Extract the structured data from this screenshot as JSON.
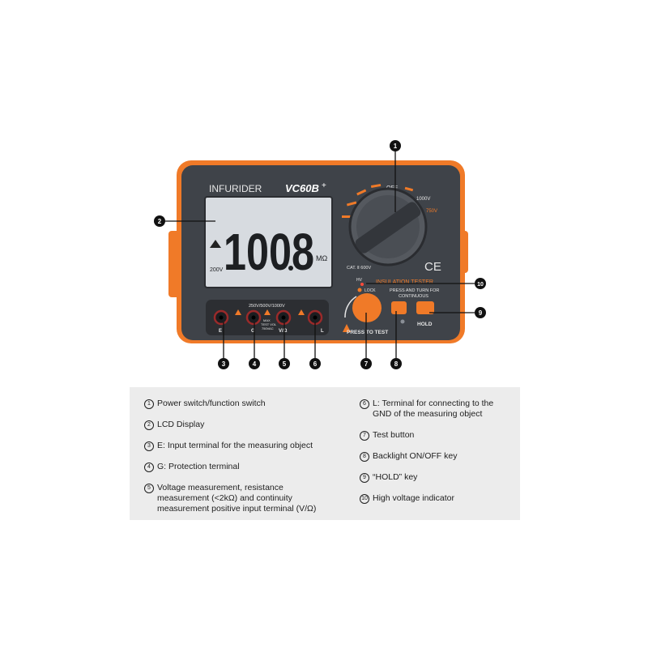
{
  "device": {
    "brand": "INFURIDER",
    "model": "VC60B",
    "model_suffix": "+",
    "lcd_reading": "1008",
    "lcd_unit": "MΩ",
    "lcd_range": "200V",
    "off_label": "OFF",
    "dial_1000v": "1000V",
    "dial_750v": "750V",
    "cat_label": "CAT. Ⅱ 600V",
    "ce_mark": "CE",
    "insulation_label": "INSULATION TESTER",
    "lock_label": "LOCK",
    "press_turn_label_1": "PRESS AND TURN FOR",
    "press_turn_label_2": "CONTINUOUS",
    "press_to_test": "PRESS TO TEST",
    "hold_label": "HOLD",
    "terminal_voltages": "250V/500V/1000V",
    "max_note_1": "MAX",
    "max_note_2": "TEST VOL",
    "max_note_3": "750VAC",
    "terminal_labels": [
      "E",
      "G",
      "V/Ω",
      "L"
    ],
    "hv_label": "HV",
    "colors": {
      "body": "#3f4349",
      "frame": "#f07a28",
      "lcd": "#d7dbe0",
      "accent": "#f07a28"
    }
  },
  "callouts": [
    "1",
    "2",
    "3",
    "4",
    "5",
    "6",
    "7",
    "8",
    "9",
    "10"
  ],
  "legend": {
    "left": [
      {
        "num": "1",
        "text": "Power switch/function switch"
      },
      {
        "num": "2",
        "text": "LCD Display"
      },
      {
        "num": "3",
        "text": "E: Input terminal for the measuring object"
      },
      {
        "num": "4",
        "text": "G: Protection terminal"
      },
      {
        "num": "5",
        "text": "Voltage measurement, resistance measurement (<2kΩ) and continuity measurement positive input terminal (V/Ω)"
      }
    ],
    "right": [
      {
        "num": "6",
        "text": "L: Terminal for connecting to the GND of the measuring object"
      },
      {
        "num": "7",
        "text": "Test button"
      },
      {
        "num": "8",
        "text": "Backlight ON/OFF key"
      },
      {
        "num": "9",
        "text": "“HOLD” key"
      },
      {
        "num": "10",
        "text": "High voltage indicator"
      }
    ]
  }
}
